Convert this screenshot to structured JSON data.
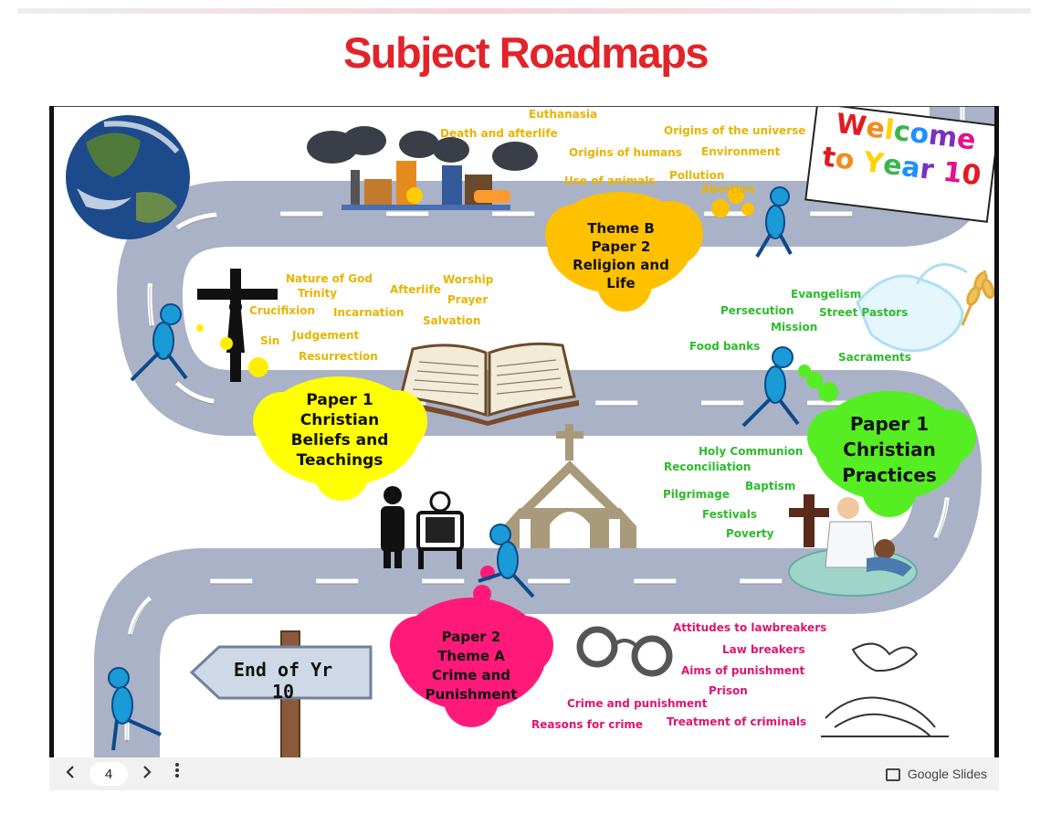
{
  "page": {
    "title": "Subject Roadmaps"
  },
  "slide": {
    "welcome_sign": {
      "line1": [
        "W",
        "e",
        "l",
        "c",
        "o",
        "m",
        "e"
      ],
      "line2": [
        "t",
        "o",
        " ",
        "Y",
        "e",
        "a",
        "r",
        " ",
        "1",
        "0"
      ]
    },
    "welcome_colors": [
      "#e11b23",
      "#f28c1e",
      "#ffd200",
      "#3cb44b",
      "#1e90ff",
      "#7b2fbf",
      "#e60f8c"
    ],
    "clouds": {
      "theme_b": {
        "lines": [
          "Theme B",
          "Paper 2",
          "Religion and",
          "Life"
        ],
        "color": "#ffc000"
      },
      "paper1_beliefs": {
        "lines": [
          "Paper 1",
          "Christian",
          "Beliefs and",
          "Teachings"
        ],
        "color": "#ffff00"
      },
      "paper1_practices": {
        "lines": [
          "Paper 1",
          "Christian",
          "Practices"
        ],
        "color": "#55ee22"
      },
      "paper2_crime": {
        "lines": [
          "Paper 2",
          "Theme A",
          "Crime and",
          "Punishment"
        ],
        "color": "#ff1a7a"
      }
    },
    "topics_religion_life": [
      "Euthanasia",
      "Death and afterlife",
      "Origins of the universe",
      "Origins of humans",
      "Environment",
      "Pollution",
      "Use of animals",
      "Abortion"
    ],
    "topics_beliefs": [
      "Nature of God",
      "Worship",
      "Trinity",
      "Afterlife",
      "Prayer",
      "Crucifixion",
      "Incarnation",
      "Salvation",
      "Judgement",
      "Sin",
      "Resurrection"
    ],
    "topics_practices_top": [
      "Evangelism",
      "Persecution",
      "Street Pastors",
      "Mission",
      "Food banks",
      "Sacraments"
    ],
    "topics_practices_bottom": [
      "Holy Communion",
      "Reconciliation",
      "Baptism",
      "Pilgrimage",
      "Festivals",
      "Poverty"
    ],
    "topics_crime": [
      "Attitudes to lawbreakers",
      "Law breakers",
      "Aims of punishment",
      "Prison",
      "Crime and punishment",
      "Reasons for crime",
      "Treatment of criminals"
    ],
    "end_sign": "End of Yr 10"
  },
  "controls": {
    "prev_icon": "chevron-left",
    "next_icon": "chevron-right",
    "more_icon": "more-vertical",
    "page_number": "4",
    "brand": "Google Slides"
  }
}
